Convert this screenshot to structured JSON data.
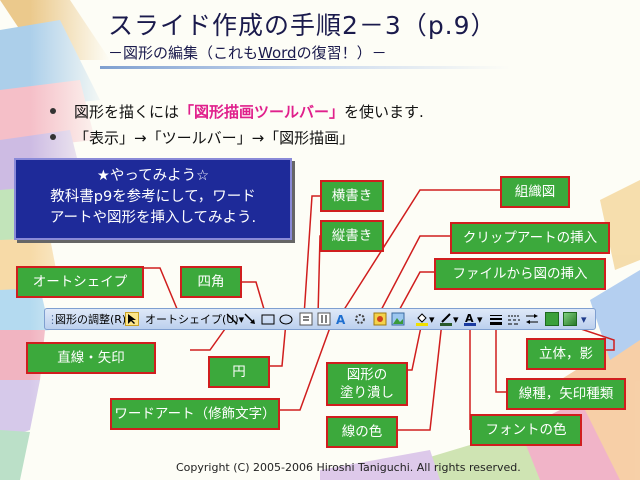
{
  "slide": {
    "title": "スライド作成の手順2－3（p.9）",
    "subtitle_pre": "－図形の編集（これも",
    "subtitle_word": "Word",
    "subtitle_post": "の復習！）－"
  },
  "bullets": [
    {
      "pre": "図形を描くには",
      "highlight": "「図形描画ツールバー」",
      "post": "を使います."
    },
    {
      "pre": "「表示」→「ツールバー」→「図形描画」",
      "highlight": "",
      "post": ""
    }
  ],
  "callout": {
    "line1": "★やってみよう☆",
    "line2": "教科書p9を参考にして，ワード",
    "line3": "アートや図形を挿入してみよう."
  },
  "labels": {
    "autoshape": "オートシェイプ",
    "rectangle": "四角",
    "horizontal_text": "横書き",
    "vertical_text": "縦書き",
    "org_chart": "組織図",
    "clipart": "クリップアートの挿入",
    "insert_picture": "ファイルから図の挿入",
    "line_arrow": "直線・矢印",
    "ellipse": "円",
    "wordart": "ワードアート（修飾文字）",
    "fill_line1": "図形の",
    "fill_line2": "塗り潰し",
    "line_color": "線の色",
    "font_color": "フォントの色",
    "line_style": "線種，矢印種類",
    "shadow_3d": "立体，影"
  },
  "toolbar": {
    "draw_menu": "図形の調整(R)",
    "autoshape_menu": "オートシェイプ(U)"
  },
  "footer": "Copyright (C) 2005-2006 Hiroshi Taniguchi. All rights reserved."
}
